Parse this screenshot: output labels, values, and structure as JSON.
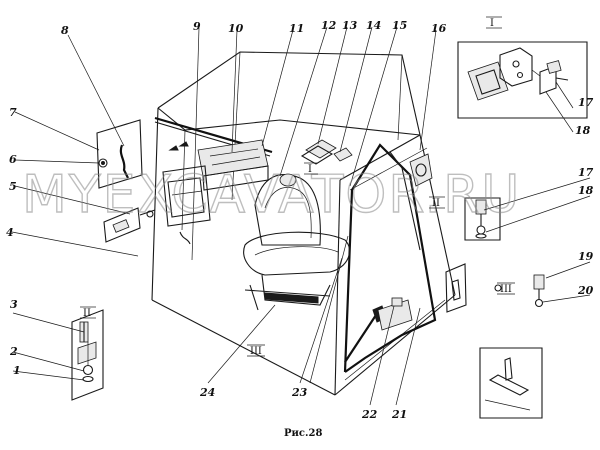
{
  "figure": {
    "caption": "Рис.28",
    "watermark": "MYEXCAVATOR.RU"
  },
  "callouts": [
    "1",
    "2",
    "3",
    "4",
    "5",
    "6",
    "7",
    "8",
    "9",
    "10",
    "11",
    "12",
    "13",
    "14",
    "15",
    "16",
    "17",
    "18",
    "19",
    "20",
    "21",
    "22",
    "23",
    "24"
  ],
  "views": [
    "I",
    "II",
    "III"
  ]
}
